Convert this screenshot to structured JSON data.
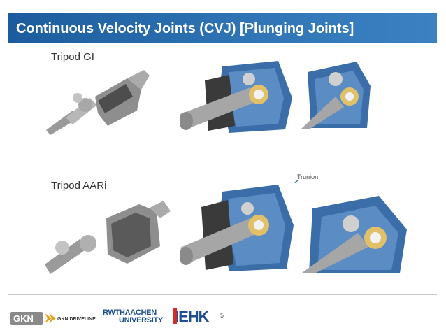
{
  "slide": {
    "title": "Continuous Velocity Joints (CVJ) [Plunging Joints]",
    "page_number": "5"
  },
  "labels": {
    "tripod_gi": "Tripod GI",
    "tripod_aari": "Tripod AARi",
    "trunion": "Trunion"
  },
  "footer": {
    "gkn_logo_text": "GKN",
    "gkn_driveline": "GKN DRIVELINE",
    "rwth_line1": "RWTHAACHEN",
    "rwth_line2": "UNIVERSITY",
    "iehk_logo_text": "IEHK"
  },
  "colors": {
    "title_bar": "#2469aa",
    "housing_blue": "#3b6ea8",
    "gkn_gray": "#8a8a8a",
    "iehk_red": "#d62b2b"
  }
}
